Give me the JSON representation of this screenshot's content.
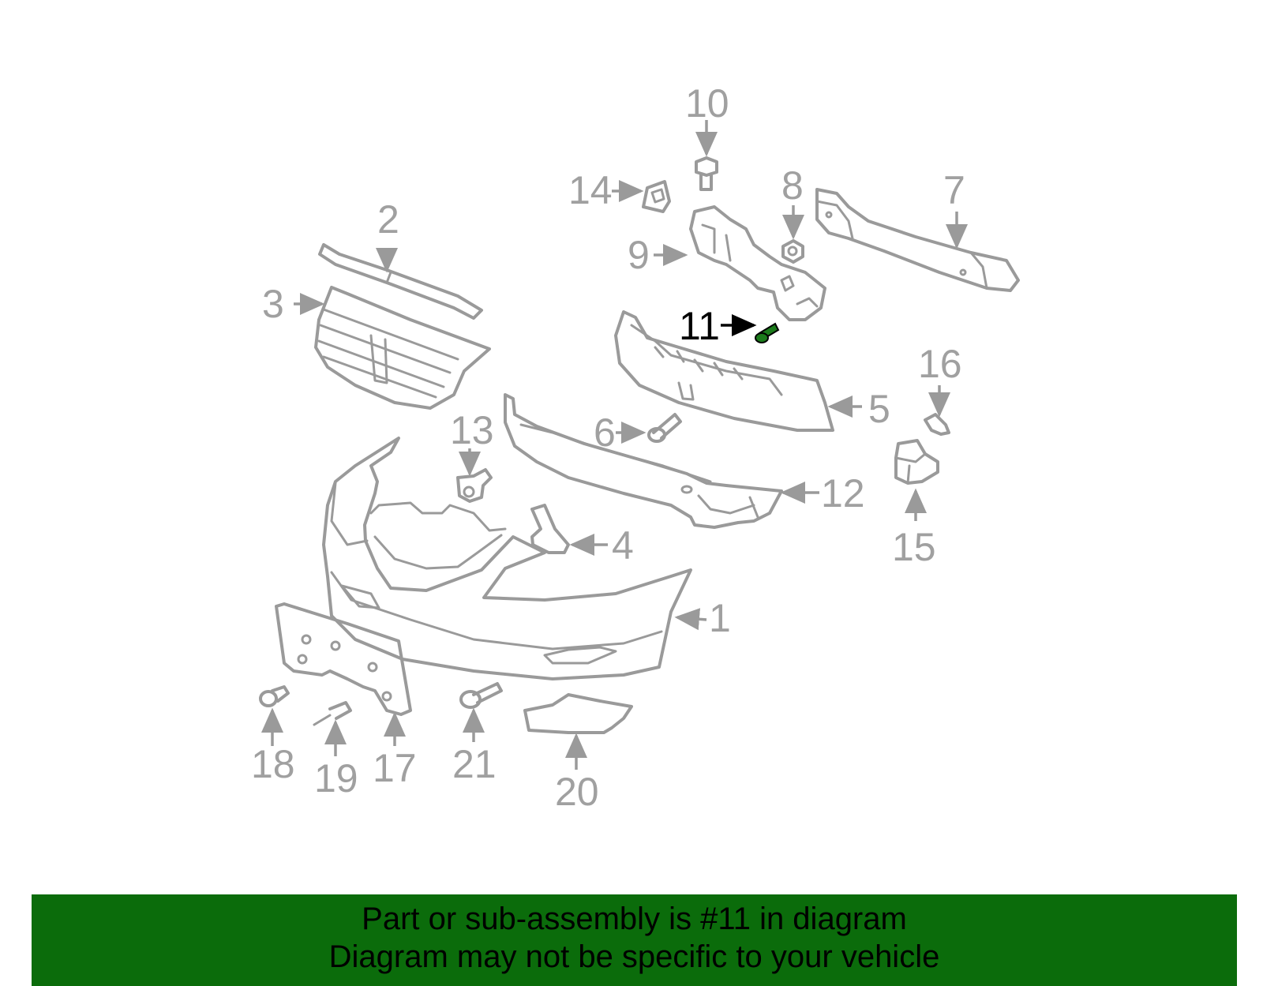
{
  "diagram": {
    "callouts": [
      {
        "number": "1"
      },
      {
        "number": "2"
      },
      {
        "number": "3"
      },
      {
        "number": "4"
      },
      {
        "number": "5"
      },
      {
        "number": "6"
      },
      {
        "number": "7"
      },
      {
        "number": "8"
      },
      {
        "number": "9"
      },
      {
        "number": "10"
      },
      {
        "number": "11",
        "highlighted": true
      },
      {
        "number": "12"
      },
      {
        "number": "13"
      },
      {
        "number": "14"
      },
      {
        "number": "15"
      },
      {
        "number": "16"
      },
      {
        "number": "17"
      },
      {
        "number": "18"
      },
      {
        "number": "19"
      },
      {
        "number": "20"
      },
      {
        "number": "21"
      }
    ],
    "colors": {
      "line_art": "#9a9a9a",
      "highlight": "#000000",
      "highlighted_part_fill": "#1b7a1b"
    }
  },
  "banner": {
    "line1": "Part or sub-assembly is #11 in diagram",
    "line2": "Diagram may not be specific to your vehicle",
    "background": "#0b6c0b"
  }
}
